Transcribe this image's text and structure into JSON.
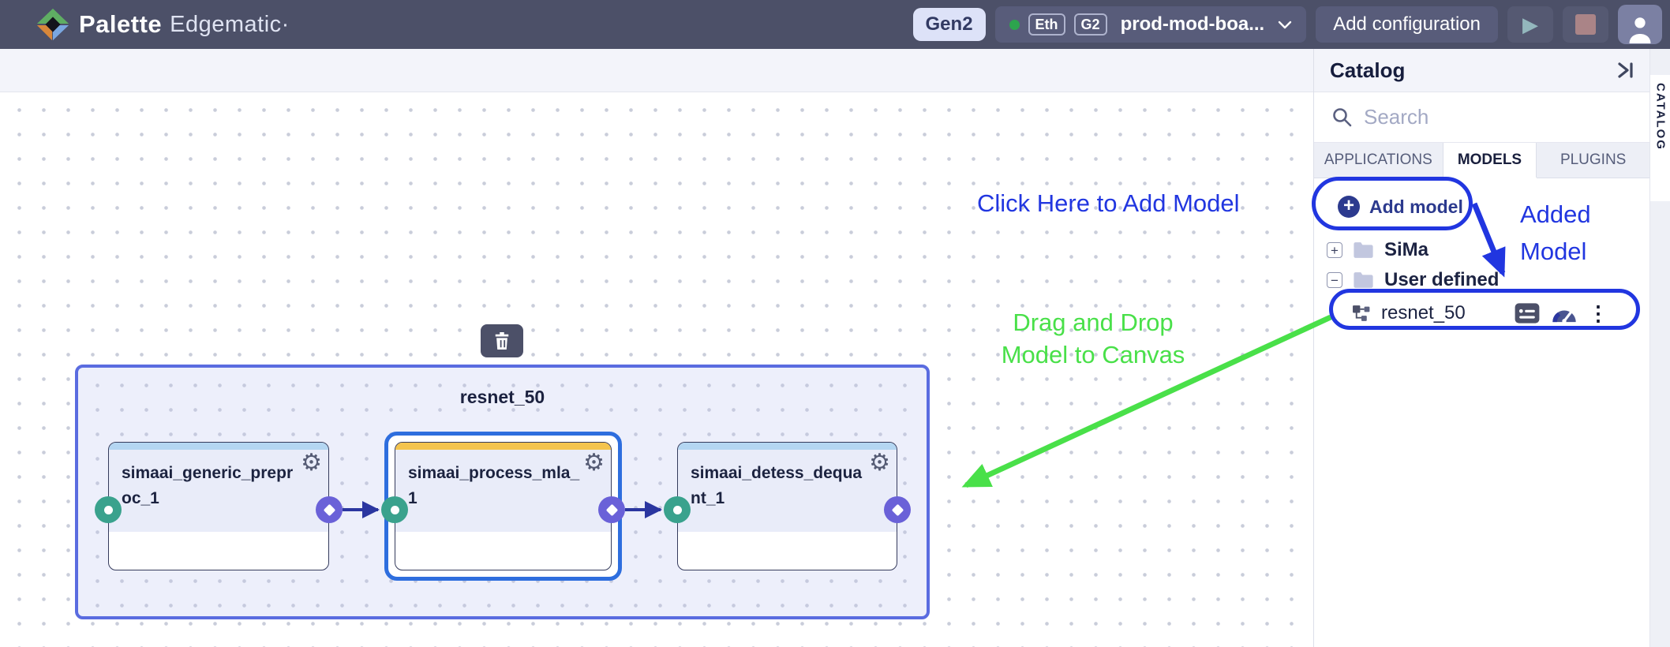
{
  "header": {
    "brand_name": "Palette",
    "brand_suffix": "Edgematic·",
    "gen_badge": "Gen2",
    "device": {
      "badge1": "Eth",
      "badge2": "G2",
      "label": "prod-mod-boa..."
    },
    "add_configuration": "Add configuration"
  },
  "catalog": {
    "title": "Catalog",
    "search_placeholder": "Search",
    "tabs": [
      {
        "label": "APPLICATIONS",
        "active": false
      },
      {
        "label": "MODELS",
        "active": true
      },
      {
        "label": "PLUGINS",
        "active": false
      }
    ],
    "add_model": "Add model",
    "tree": {
      "sima_expander": "+",
      "sima_label": "SiMa",
      "user_defined_expander": "−",
      "user_defined_label": "User defined",
      "model_label": "resnet_50"
    },
    "side_tab": "CATALOG"
  },
  "canvas": {
    "group_title": "resnet_50",
    "nodes": [
      {
        "title": "simaai_generic_preproc_1"
      },
      {
        "title": "simaai_process_mla_1"
      },
      {
        "title": "simaai_detess_dequant_1"
      }
    ]
  },
  "annotations": {
    "click_here": "Click Here to Add Model",
    "added_line1": "Added",
    "added_line2": "Model",
    "drag_line1": "Drag and Drop",
    "drag_line2": "Model to Canvas"
  },
  "colors": {
    "topbar": "#4c5068",
    "annotation_blue": "#2136e0",
    "annotation_green": "#49e049",
    "group_border": "#5a6ce0",
    "selection_blue": "#2e6ede",
    "port_teal": "#3aa28d",
    "port_purple": "#6a61d8",
    "edge": "#2b36a0",
    "node_strip_blue": "#b4d6f2",
    "node_strip_orange": "#f4c44e"
  }
}
